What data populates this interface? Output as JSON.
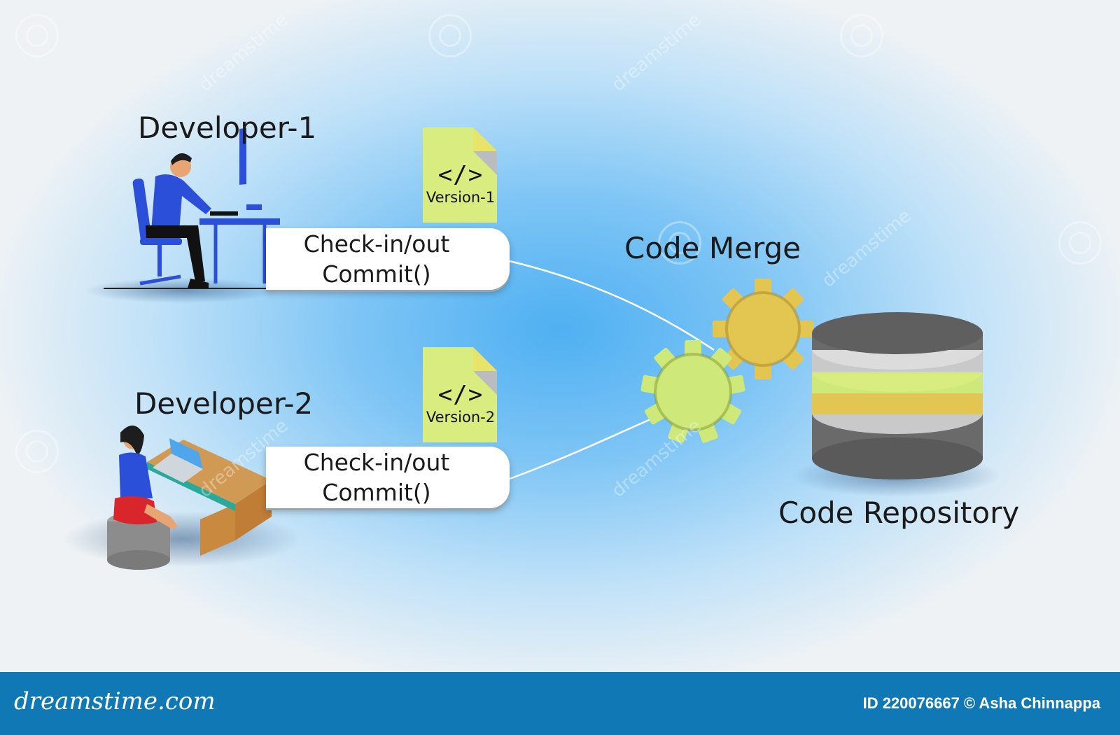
{
  "developer1": {
    "title": "Developer-1",
    "file_code": "</>",
    "file_version": "Version-1",
    "pill_line1": "Check-in/out",
    "pill_line2": "Commit()"
  },
  "developer2": {
    "title": "Developer-2",
    "file_code": "</>",
    "file_version": "Version-2",
    "pill_line1": "Check-in/out",
    "pill_line2": "Commit()"
  },
  "merge": {
    "title": "Code Merge"
  },
  "repository": {
    "title": "Code Repository"
  },
  "watermark": {
    "text": "dreamstime"
  },
  "footer": {
    "brand": "dreamstime.com",
    "id_text": "ID 220076667 © Asha Chinnappa"
  },
  "colors": {
    "file_green": "#d9ec7f",
    "gear_light": "#cfe87a",
    "gear_gold": "#e3c552",
    "db_dark": "#6a6a6a",
    "db_silver": "#c9c9c9",
    "footer_blue": "#1078b4"
  }
}
